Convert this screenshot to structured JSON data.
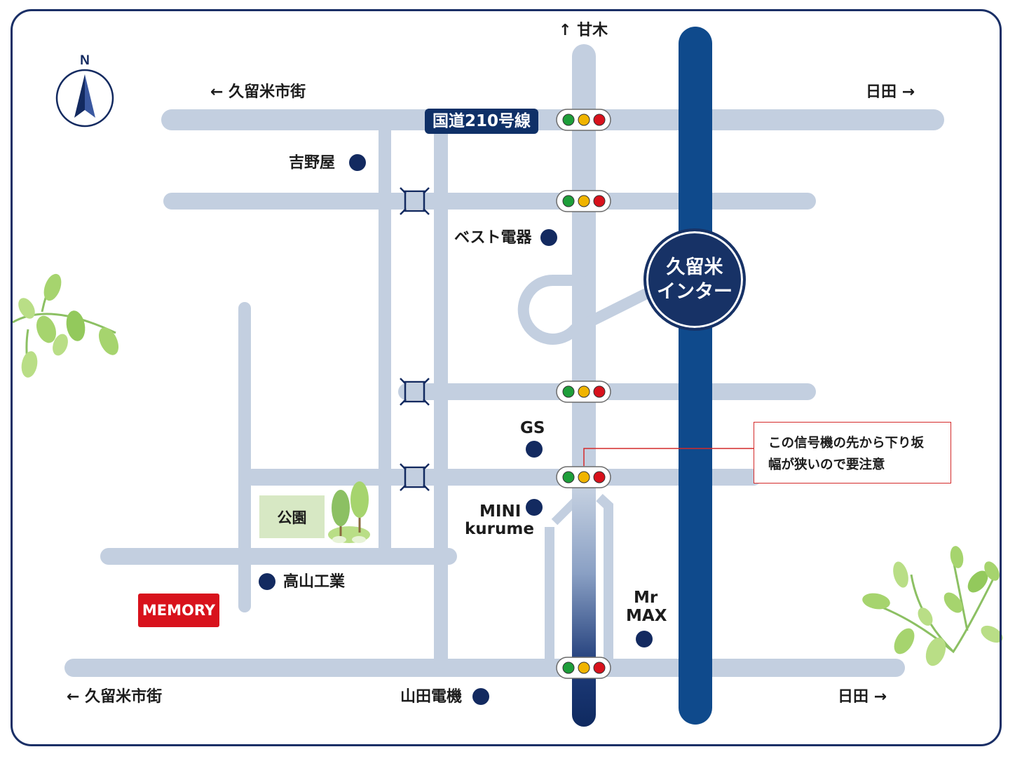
{
  "compass": {
    "letter": "N"
  },
  "directions": {
    "north": "↑ 甘木",
    "west_top": "← 久留米市街",
    "east_top": "日田 →",
    "west_bottom": "← 久留米市街",
    "east_bottom": "日田 →"
  },
  "route_label": "国道210号線",
  "interchange": {
    "line1": "久留米",
    "line2": "インター"
  },
  "landmarks": {
    "yoshinoya": "吉野屋",
    "best_denki": "ベスト電器",
    "gs": "GS",
    "mini_kurume_1": "MINI",
    "mini_kurume_2": "kurume",
    "mr_max_1": "Mr",
    "mr_max_2": "MAX",
    "takayama": "高山工業",
    "yamada": "山田電機",
    "park": "公園"
  },
  "destination": "MEMORY",
  "callout": {
    "line1": "この信号機の先から下り坂",
    "line2": "幅が狭いので要注意"
  },
  "colors": {
    "road": "#c3cfe0",
    "expressway": "#0f4a8c",
    "navy": "#132a60",
    "destination": "#d8121c",
    "callout_border": "#d42a2a",
    "park": "#d7e8c4",
    "leaf": "#a6d46e"
  },
  "icons": [
    "compass-north-icon",
    "traffic-light-icon",
    "railroad-crossing-icon",
    "tree-icon",
    "leaf-branch-icon",
    "landmark-dot-icon"
  ]
}
